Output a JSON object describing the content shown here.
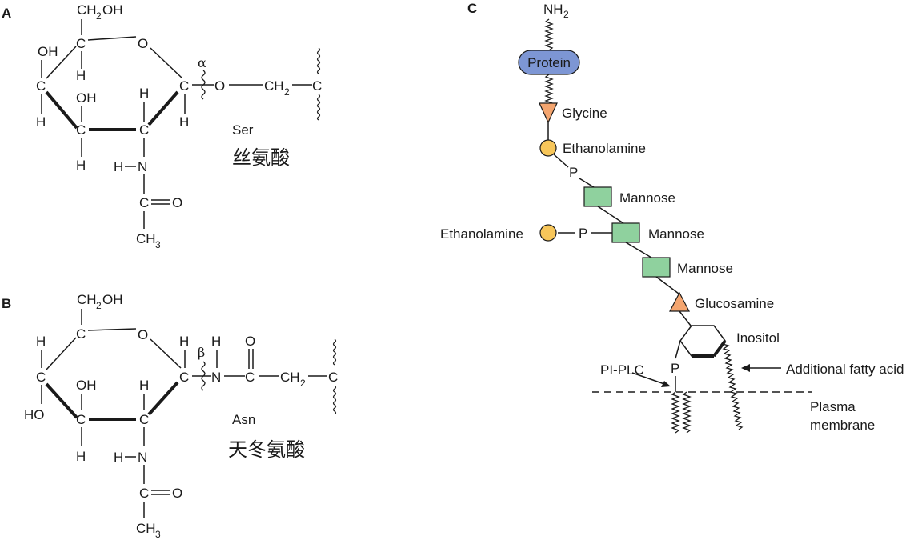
{
  "panel_a": {
    "label": "A",
    "ch2oh_ch": "CH",
    "ch2oh_2": "2",
    "ch2oh_oh": "OH",
    "ring_o": "O",
    "oh_left": "OH",
    "c": "C",
    "h": "H",
    "oh_mid": "OH",
    "alpha": "α",
    "link_o": "O",
    "ch2_ch": "CH",
    "ch2_2": "2",
    "n": "N",
    "co_o": "O",
    "ch3_ch": "CH",
    "ch3_3": "3",
    "residue_en": "Ser",
    "residue_cn": "丝氨酸"
  },
  "panel_b": {
    "label": "B",
    "ch2oh_ch": "CH",
    "ch2oh_2": "2",
    "ch2oh_oh": "OH",
    "ring_o": "O",
    "c": "C",
    "h": "H",
    "oh_mid": "OH",
    "ho_left": "HO",
    "beta": "β",
    "n": "N",
    "co_o": "O",
    "ch2_ch": "CH",
    "ch2_2": "2",
    "ch3_ch": "CH",
    "ch3_3": "3",
    "residue_en": "Asn",
    "residue_cn": "天冬氨酸"
  },
  "panel_c": {
    "label": "C",
    "nh2_nh": "NH",
    "nh2_2": "2",
    "protein": "Protein",
    "glycine": "Glycine",
    "ethanolamine_1": "Ethanolamine",
    "p": "P",
    "mannose_1": "Mannose",
    "ethanolamine_2": "Ethanolamine",
    "mannose_2": "Mannose",
    "mannose_3": "Mannose",
    "glucosamine": "Glucosamine",
    "inositol": "Inositol",
    "pi_plc": "PI-PLC",
    "additional_fatty_acid": "Additional fatty acid",
    "plasma": "Plasma",
    "membrane": "membrane"
  },
  "colors": {
    "protein": "#7d96d4",
    "triangle": "#f4a56f",
    "circle": "#f7c65a",
    "square": "#8fd19e"
  }
}
